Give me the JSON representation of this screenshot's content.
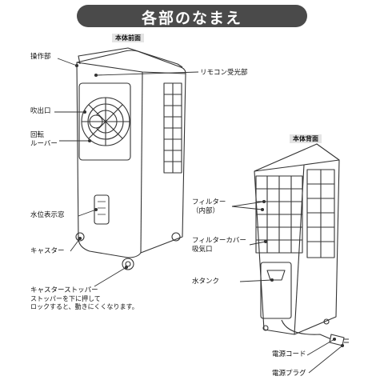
{
  "title": "各部のなまえ",
  "front": {
    "tag": "本体前面",
    "labels": {
      "control_panel": "操作部",
      "remote_receiver": "リモコン受光部",
      "outlet": "吹出口",
      "louver_line1": "回転",
      "louver_line2": "ルーバー",
      "water_window": "水位表示窓",
      "caster": "キャスター",
      "caster_stopper": "キャスターストッパー",
      "stopper_note_line1": "ストッパーを下に押して",
      "stopper_note_line2": "ロックすると、動きにくくなります。"
    }
  },
  "back": {
    "tag": "本体背面",
    "labels": {
      "filter_line1": "フィルター",
      "filter_line2": "（内部）",
      "filter_cover_line1": "フィルターカバー",
      "filter_cover_line2": "吸気口",
      "water_tank": "水タンク",
      "power_cord": "電源コード",
      "power_plug": "電源プラグ"
    }
  }
}
